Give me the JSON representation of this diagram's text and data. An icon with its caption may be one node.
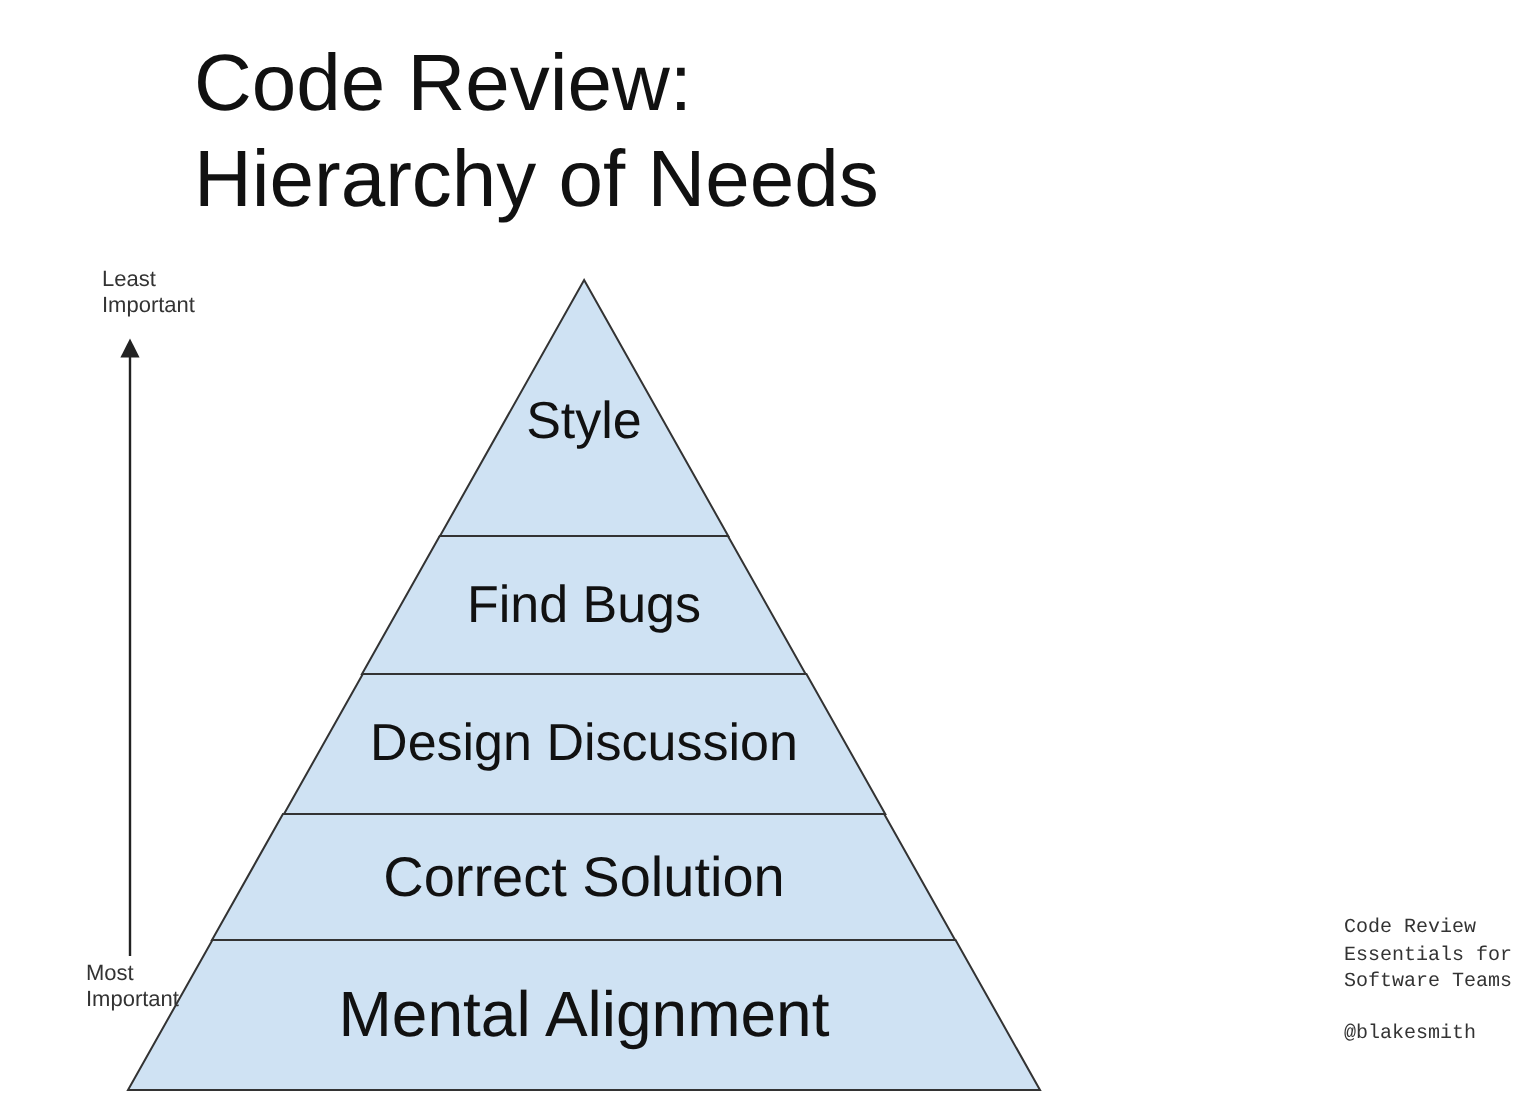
{
  "diagram": {
    "title": "Code Review: Hierarchy of Needs",
    "nodes": [
      {
        "text": [
          "Style"
        ]
      },
      {
        "text": [
          "Find Bugs"
        ]
      },
      {
        "text": [
          "Design Discussion"
        ]
      },
      {
        "text": [
          "Correct Solution"
        ]
      },
      {
        "text": [
          "Mental Alignment"
        ]
      }
    ],
    "edges": [],
    "labels": [
      "Least Important",
      "Most Important",
      "Code Review Essentials for Software Teams",
      "@blakesmith"
    ]
  }
}
